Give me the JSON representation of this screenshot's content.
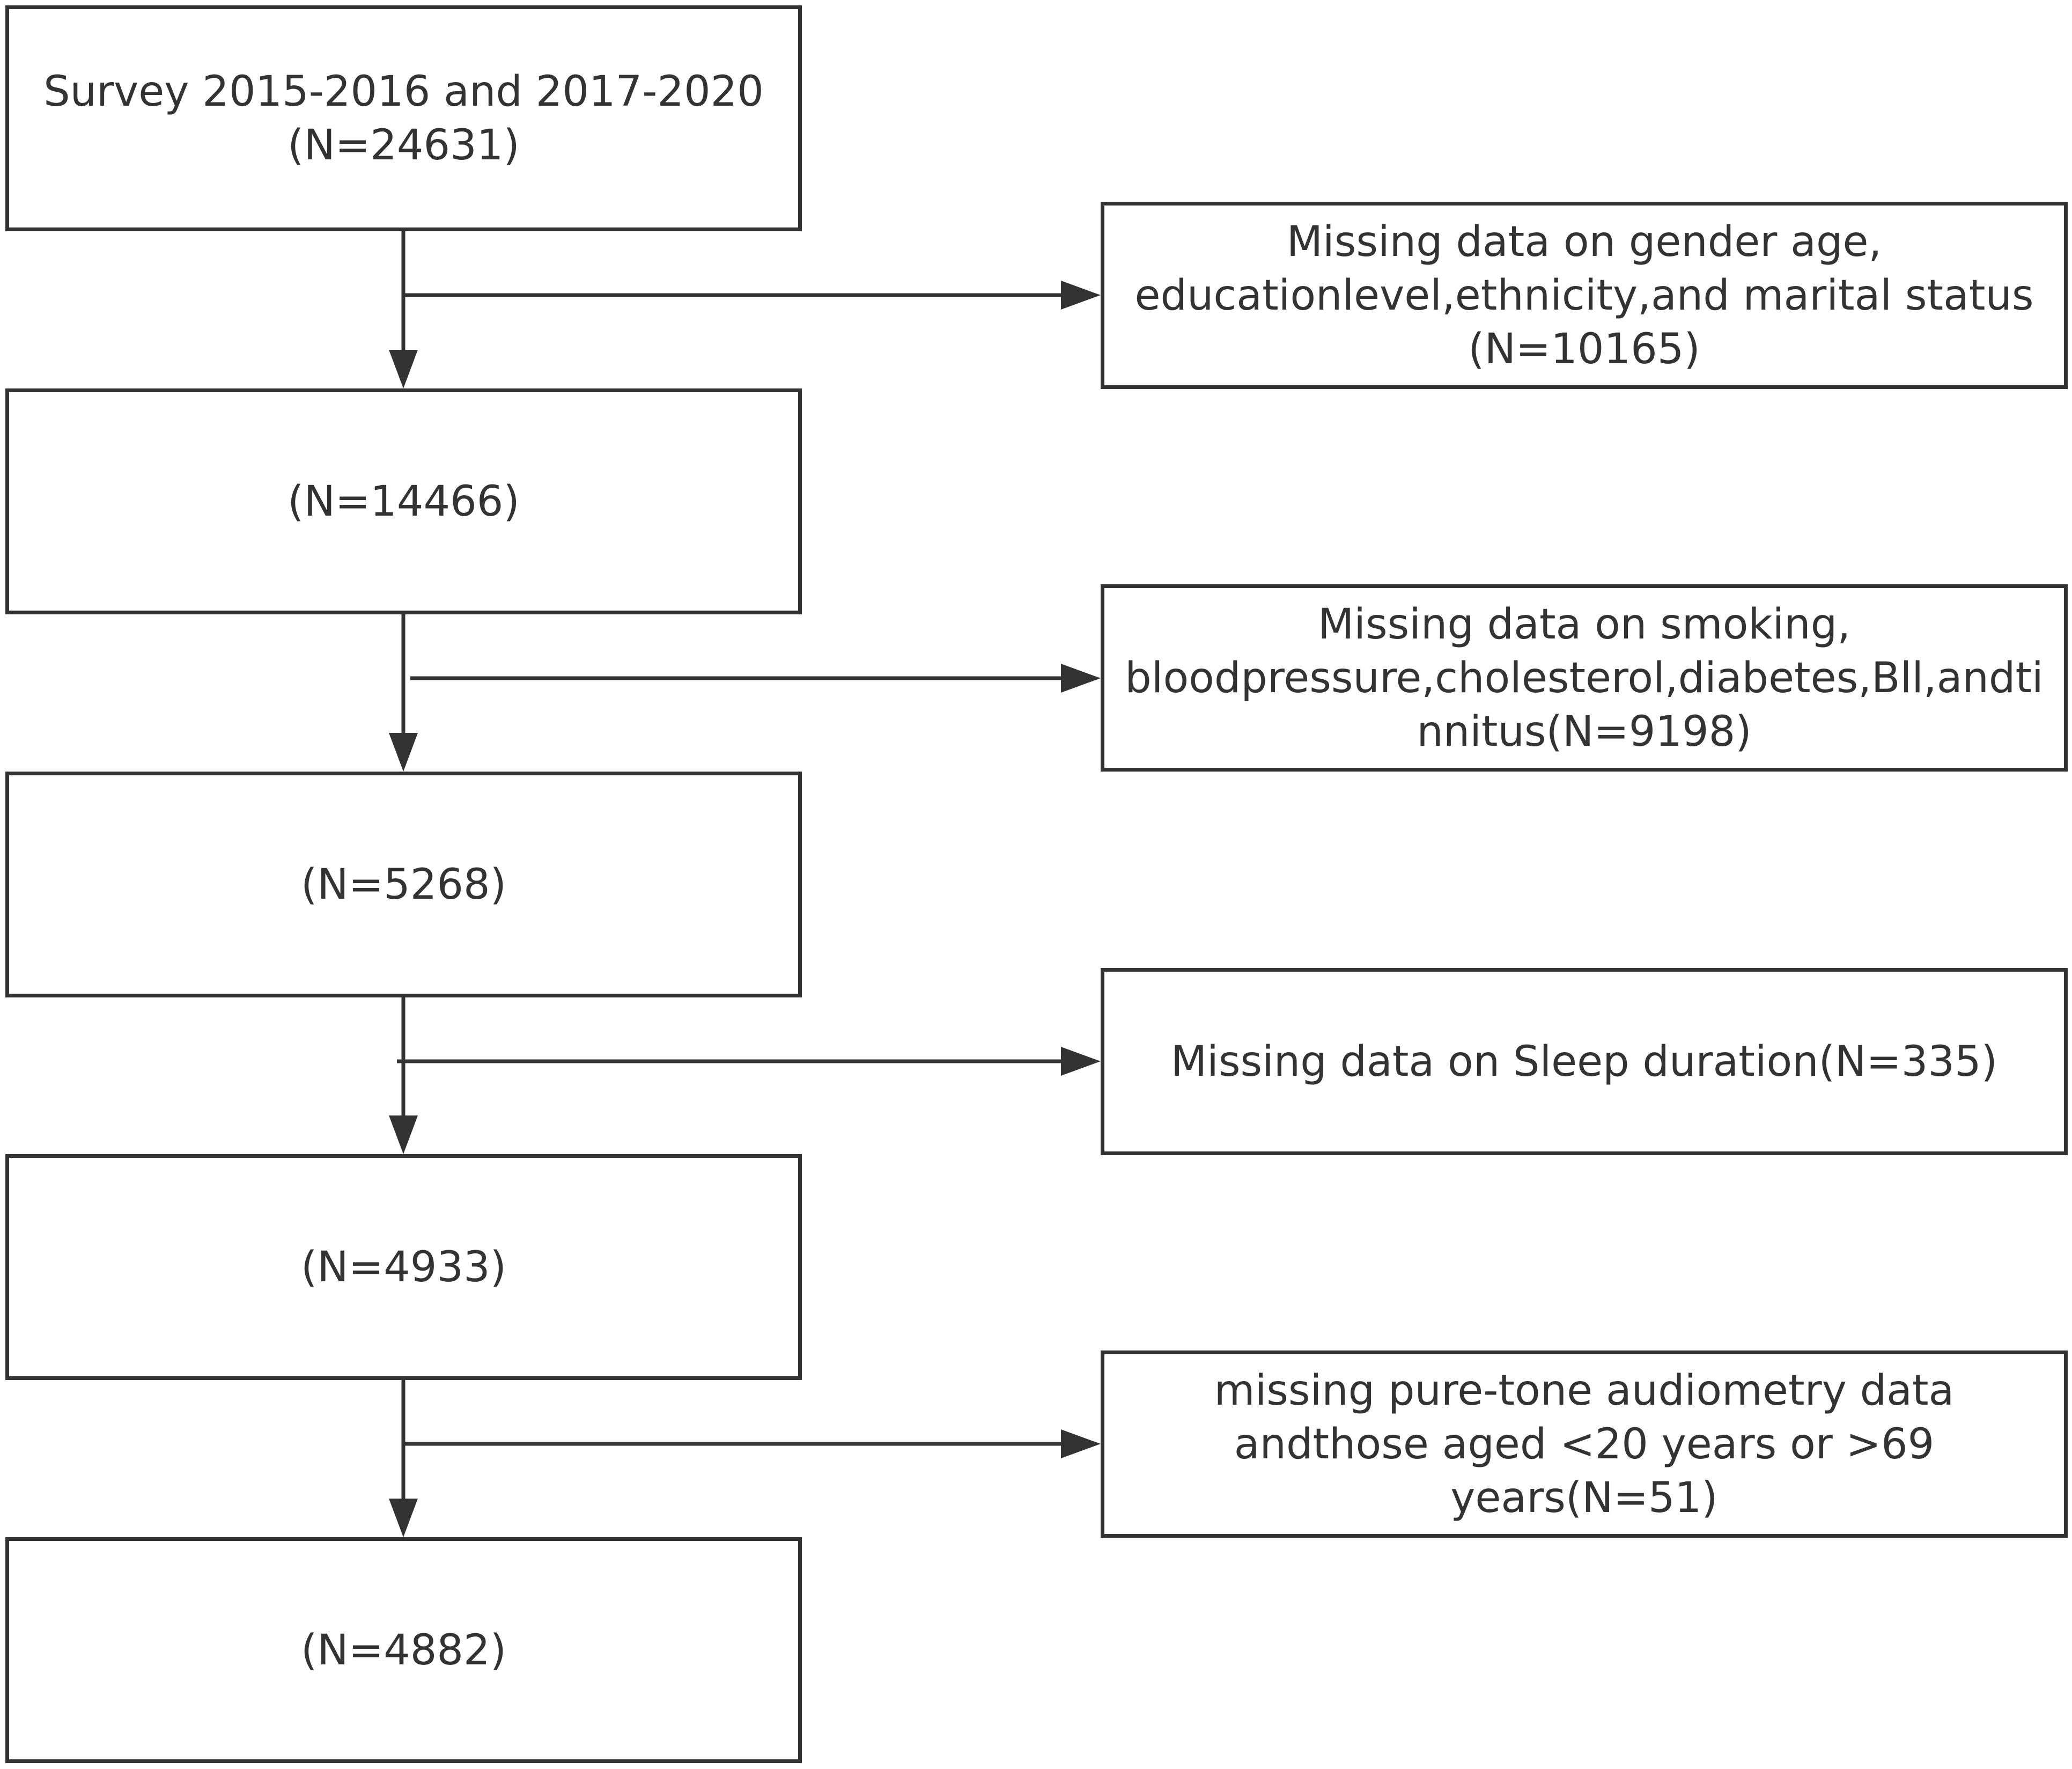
{
  "flow_boxes": [
    {
      "lines": [
        "Survey 2015-2016 and 2017-2020",
        "(N=24631)"
      ]
    },
    {
      "lines": [
        "(N=14466)"
      ]
    },
    {
      "lines": [
        "(N=5268)"
      ]
    },
    {
      "lines": [
        "(N=4933)"
      ]
    },
    {
      "lines": [
        "(N=4882)"
      ]
    }
  ],
  "exclusion_boxes": [
    {
      "lines": [
        "Missing data on gender age,",
        "educationlevel,ethnicity,and marital status",
        "(N=10165)"
      ]
    },
    {
      "lines": [
        "Missing data on smoking,",
        "bloodpressure,cholesterol,diabetes,Bll,andti",
        "nnitus(N=9198)"
      ]
    },
    {
      "lines": [
        "Missing data on Sleep duration(N=335)"
      ]
    },
    {
      "lines": [
        "missing pure-tone audiometry data",
        "andthose aged <20 years or >69",
        "years(N=51)"
      ]
    }
  ],
  "colors": {
    "stroke": "#333333",
    "text": "#333333",
    "background": "#ffffff"
  }
}
